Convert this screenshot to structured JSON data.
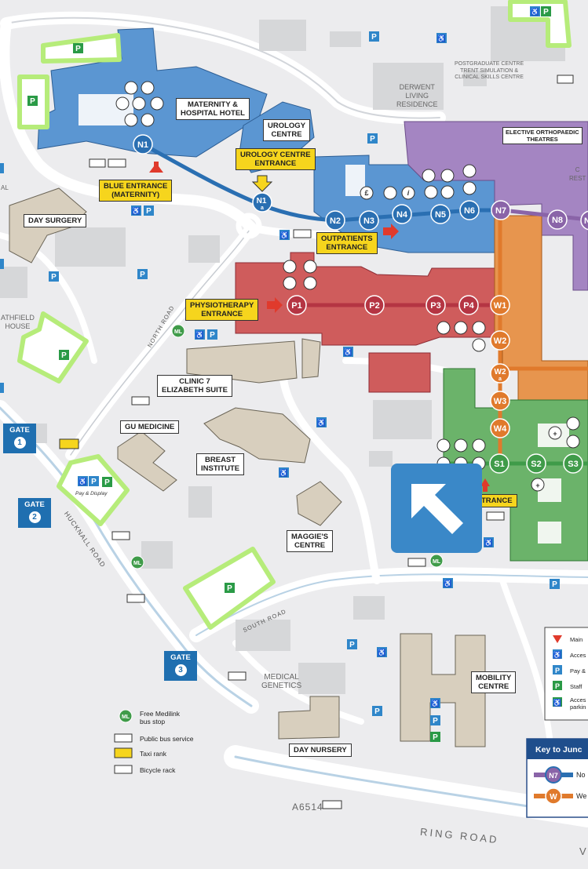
{
  "buildings": {
    "maternity": "MATERNITY &\nHOSPITAL HOTEL",
    "urology": "UROLOGY\nCENTRE",
    "elective": "ELECTIVE ORTHOPAEDIC\nTHEATRES",
    "derwent": "DERWENT\nLIVING\nRESIDENCE",
    "postgrad": "POSTGRADUATE CENTRE\nTRENT SIMULATION &\nCLINICAL SKILLS CENTRE",
    "day_surgery": "DAY SURGERY",
    "clinic7": "CLINIC 7\nELIZABETH SUITE",
    "gu_medicine": "GU MEDICINE",
    "breast": "BREAST\nINSTITUTE",
    "maggies": "MAGGIE'S\nCENTRE",
    "medical_genetics": "MEDICAL\nGENETICS",
    "mobility": "MOBILITY\nCENTRE",
    "day_nursery": "DAY NURSERY",
    "heathfield": "ATHFIELD\nHOUSE",
    "cut_right_top": "C\nREST",
    "cut_left": "AL"
  },
  "entrances": {
    "blue": "BLUE ENTRANCE\n(MATERNITY)",
    "urology": "UROLOGY CENTRE\nENTRANCE",
    "outpatients": "OUTPATIENTS\nENTRANCE",
    "physio": "PHYSIOTHERAPY\nENTRANCE",
    "south_cut": "TRANCE"
  },
  "nodes": {
    "n1": "N1",
    "n1a": "N1",
    "n1a_sub": "a",
    "n2": "N2",
    "n3": "N3",
    "n4": "N4",
    "n5": "N5",
    "n6": "N6",
    "n7": "N7",
    "n8": "N8",
    "n_cut": "N",
    "p1": "P1",
    "p2": "P2",
    "p3": "P3",
    "p4": "P4",
    "w1": "W1",
    "w2": "W2",
    "w2a": "W2",
    "w2a_sub": "a",
    "w3": "W3",
    "w4": "W4",
    "s1": "S1",
    "s2": "S2",
    "s3": "S3"
  },
  "gates": {
    "g1_label": "GATE",
    "g1_num": "1",
    "g2_label": "GATE",
    "g2_num": "2",
    "g3_label": "GATE",
    "g3_num": "3"
  },
  "roads": {
    "north": "NORTH ROAD",
    "hucknall": "HUCKNALL ROAD",
    "south": "SOUTH ROAD",
    "a6514": "A6514",
    "ring": "RING ROAD",
    "ring_cut": "V"
  },
  "pay_display": "Pay & Display",
  "symbols": {
    "parking": "P",
    "ml": "ML",
    "money": "£",
    "info": "i",
    "plus": "+"
  },
  "legend": {
    "ml": "Free Medilink\nbus stop",
    "bus": "Public bus service",
    "taxi": "Taxi rank",
    "bike": "Bicycle rack"
  },
  "key_right": {
    "main": "Main",
    "access": "Acces",
    "pay": "Pay &",
    "staff": "Staff",
    "access_parking": "Acces\nparkin"
  },
  "junction_key": {
    "title": "Key to Junc",
    "north": "No",
    "west": "We",
    "n7": "N7",
    "w": "W"
  },
  "colors": {
    "north": "#2a6fb2",
    "north_bldg": "#5b96d2",
    "red": "#b53543",
    "red_bldg": "#cf5c5c",
    "orange": "#e07a2c",
    "orange_bldg": "#e7954e",
    "green": "#3f9b49",
    "green_bldg": "#6bb36a",
    "purple": "#8a64a8",
    "purple_bldg": "#a485c2",
    "parking_green": "#2a9a46",
    "parking_outline": "#b6ec7a",
    "access_blue": "#2f86c9",
    "entrance_yellow": "#f6d51d"
  }
}
